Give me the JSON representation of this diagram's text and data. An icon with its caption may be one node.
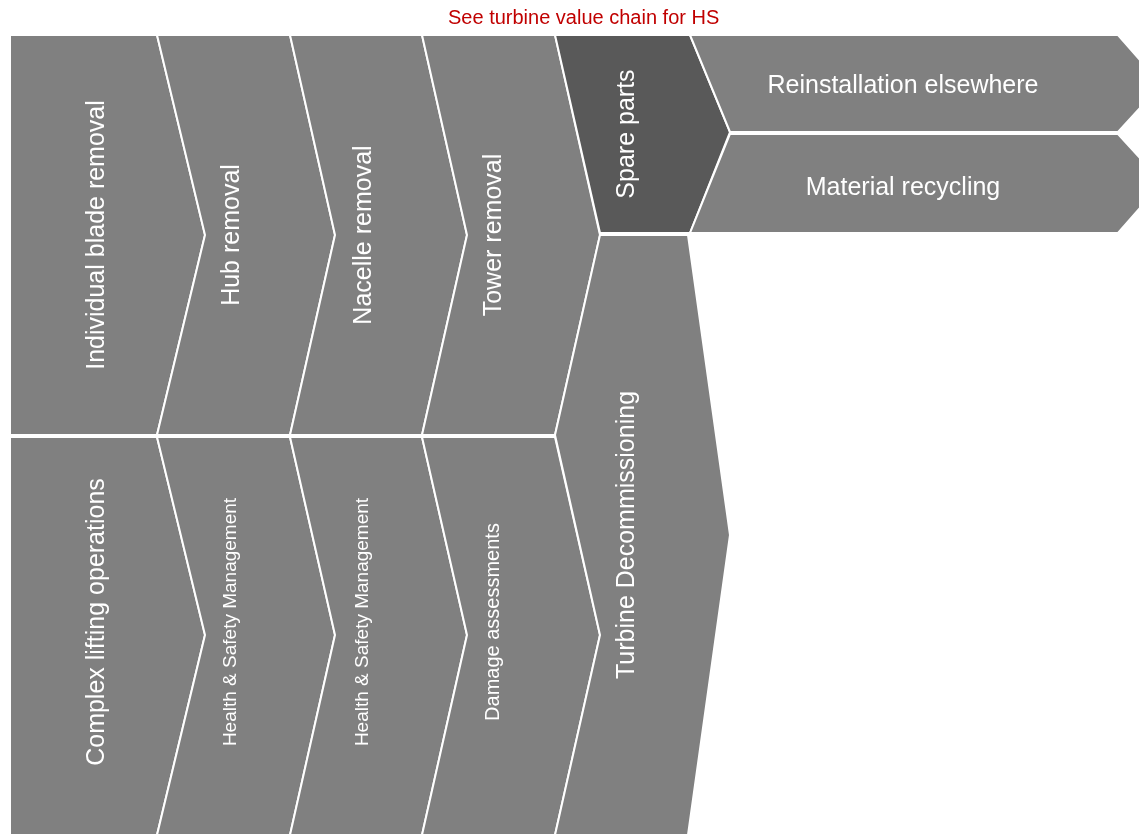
{
  "diagram": {
    "labels": [
      "See turbine value chain for HS"
    ],
    "nodes": [
      {
        "text": [
          "Individual blade removal"
        ]
      },
      {
        "text": [
          "Hub removal"
        ]
      },
      {
        "text": [
          "Nacelle removal"
        ]
      },
      {
        "text": [
          "Tower removal"
        ]
      },
      {
        "text": [
          "Spare parts"
        ]
      },
      {
        "text": [
          "Reinstallation elsewhere"
        ]
      },
      {
        "text": [
          "Material recycling"
        ]
      },
      {
        "text": [
          "Complex lifting operations"
        ]
      },
      {
        "text": [
          "Health & Safety Management"
        ]
      },
      {
        "text": [
          "Health & Safety Management"
        ]
      },
      {
        "text": [
          "Damage assessments"
        ]
      },
      {
        "text": [
          "Turbine Decommissioning"
        ]
      }
    ]
  }
}
